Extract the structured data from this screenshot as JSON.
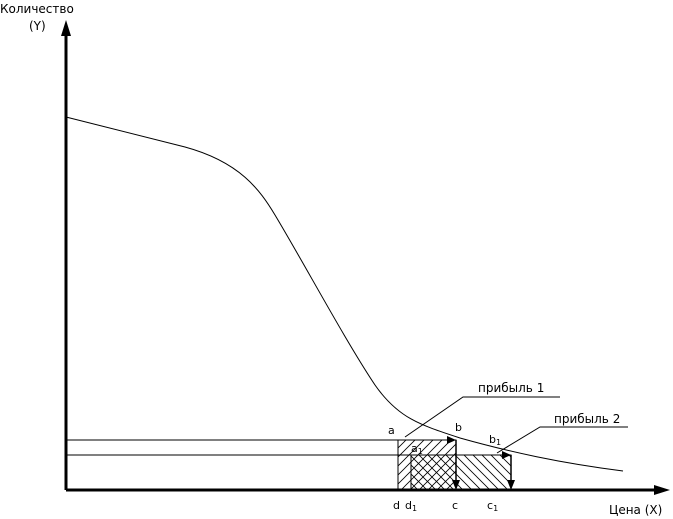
{
  "y_axis": {
    "line1": "Количество",
    "line2": "(Y)"
  },
  "x_axis": {
    "label": "Цена (X)"
  },
  "points": {
    "a": "a",
    "a1": {
      "base": "a",
      "sub": "1"
    },
    "b": "b",
    "b1": {
      "base": "b",
      "sub": "1"
    },
    "d": "d",
    "d1": {
      "base": "d",
      "sub": "1"
    },
    "c": "c",
    "c1": {
      "base": "c",
      "sub": "1"
    }
  },
  "callouts": {
    "profit1": "прибыль 1",
    "profit2": "прибыль 2"
  },
  "colors": {
    "ink": "#000000",
    "background": "#ffffff"
  }
}
